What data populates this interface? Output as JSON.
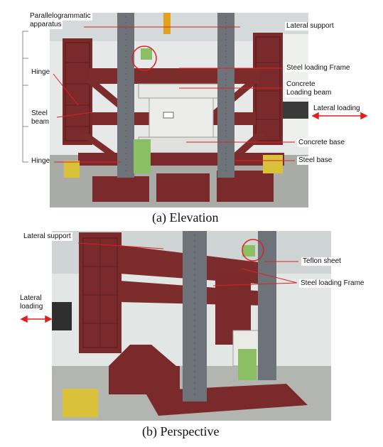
{
  "figure_a": {
    "caption": "(a) Elevation",
    "labels": {
      "parallelogrammatic": "Parallelogrammatic",
      "apparatus": "apparatus",
      "hinge_top": "Hinge",
      "steel_beam_1": "Steel",
      "steel_beam_2": "beam",
      "hinge_bottom": "Hinge",
      "lateral_support": "Lateral support",
      "steel_loading_frame": "Steel loading Frame",
      "concrete_loading_1": "Concrete",
      "concrete_loading_2": "Loading beam",
      "lateral_loading": "Lateral loading",
      "concrete_base": "Concrete base",
      "steel_base": "Steel base"
    }
  },
  "figure_b": {
    "caption": "(b) Perspective",
    "labels": {
      "lateral_support": "Lateral support",
      "teflon_sheet": "Teflon sheet",
      "steel_loading_frame": "Steel loading Frame",
      "lateral_1": "Lateral",
      "lateral_2": "loading"
    }
  },
  "colors": {
    "steel_red": "#7a2a2a",
    "column_gray": "#6d7378",
    "arrow_red": "#e02020",
    "green_bracket": "#8bbf63",
    "yellow_base": "#d9c23a"
  }
}
